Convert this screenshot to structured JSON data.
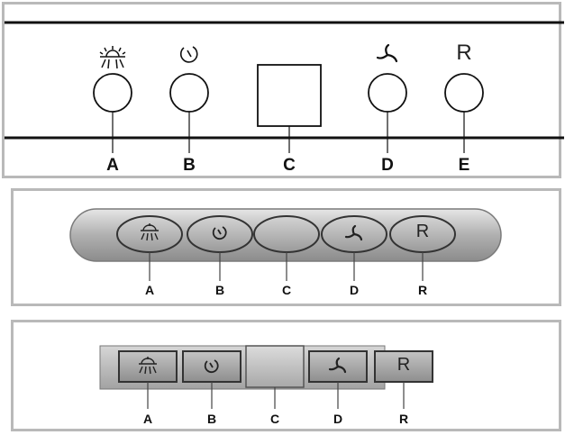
{
  "panel1": {
    "buttons": [
      {
        "icon": "light-icon",
        "label": "A"
      },
      {
        "icon": "timer-icon",
        "label": "B"
      },
      {
        "icon": "display",
        "label": "C"
      },
      {
        "icon": "fan-icon",
        "label": "D"
      },
      {
        "icon": "reset-icon",
        "symbol": "R",
        "label": "E"
      }
    ]
  },
  "panel2": {
    "buttons": [
      {
        "icon": "light-icon",
        "label": "A"
      },
      {
        "icon": "timer-icon",
        "label": "B"
      },
      {
        "icon": "blank-button",
        "label": "C"
      },
      {
        "icon": "fan-icon",
        "label": "D"
      },
      {
        "icon": "reset-icon",
        "symbol": "R",
        "label": "R"
      }
    ]
  },
  "panel3": {
    "buttons": [
      {
        "icon": "light-icon",
        "label": "A"
      },
      {
        "icon": "timer-icon",
        "label": "B"
      },
      {
        "icon": "blank-button",
        "label": "C"
      },
      {
        "icon": "fan-icon",
        "label": "D"
      },
      {
        "icon": "reset-icon",
        "symbol": "R",
        "label": "R"
      }
    ]
  }
}
